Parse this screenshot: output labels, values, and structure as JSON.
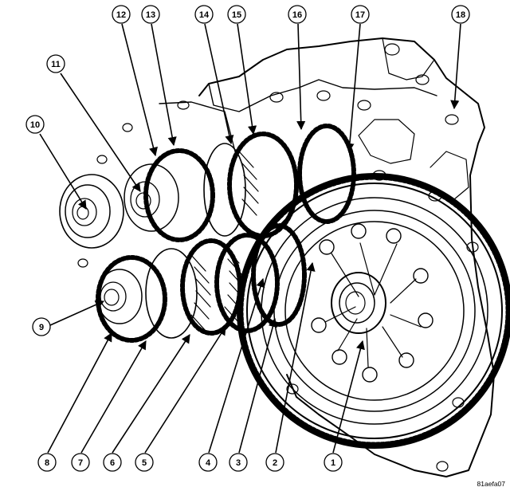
{
  "figure_ref": "81aefa07",
  "callouts": [
    "1",
    "2",
    "3",
    "4",
    "5",
    "6",
    "7",
    "8",
    "9",
    "10",
    "11",
    "12",
    "13",
    "14",
    "15",
    "16",
    "17",
    "18"
  ]
}
